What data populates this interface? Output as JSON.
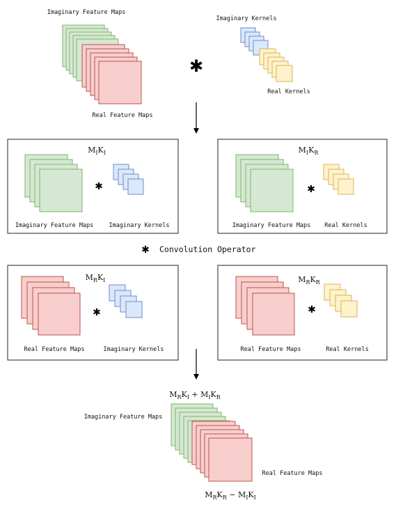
{
  "colors": {
    "green_fill": "#d5e8d4",
    "green_stroke": "#82b366",
    "red_fill": "#f8cecc",
    "red_stroke": "#b85450",
    "blue_fill": "#dae8fc",
    "blue_stroke": "#6c8ebf",
    "yellow_fill": "#fff2cc",
    "yellow_stroke": "#d6b656"
  },
  "top": {
    "imag_maps_label": "Imaginary Feature Maps",
    "imag_kernels_label": "Imaginary Kernels",
    "real_kernels_label": "Real Kernels",
    "real_maps_label": "Real Feature Maps",
    "operator_icon": "asterisk-icon"
  },
  "panels": {
    "mi_ki": {
      "formula_main": [
        "M",
        "K"
      ],
      "formula_subs": [
        "I",
        "I"
      ],
      "left_label": "Imaginary Feature Maps",
      "right_label": "Imaginary Kernels"
    },
    "mi_kr": {
      "formula_main": [
        "M",
        "K"
      ],
      "formula_subs": [
        "I",
        "R"
      ],
      "left_label": "Imaginary Feature Maps",
      "right_label": "Real Kernels"
    },
    "mr_ki": {
      "formula_main": [
        "M",
        "K"
      ],
      "formula_subs": [
        "R",
        "I"
      ],
      "left_label": "Real Feature Maps",
      "right_label": "Imaginary Kernels"
    },
    "mr_kr": {
      "formula_main": [
        "M",
        "K"
      ],
      "formula_subs": [
        "R",
        "R"
      ],
      "left_label": "Real Feature Maps",
      "right_label": "Real Kernels"
    }
  },
  "legend": {
    "icon": "asterisk-icon",
    "text": "Convolution Operator"
  },
  "bottom": {
    "imag_maps_label": "Imaginary Feature Maps",
    "real_maps_label": "Real Feature Maps",
    "formula_top": [
      "M",
      "R",
      "K",
      "I",
      " + ",
      "M",
      "I",
      "K",
      "R"
    ],
    "formula_bottom": [
      "M",
      "R",
      "K",
      "R",
      " − ",
      "M",
      "I",
      "K",
      "I"
    ]
  }
}
